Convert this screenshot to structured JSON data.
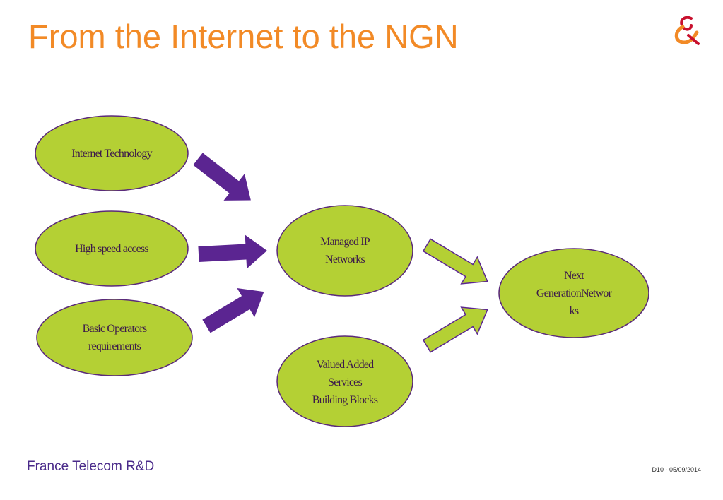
{
  "slide": {
    "title": "From the Internet to the NGN",
    "footer_left": "France Telecom R&D",
    "footer_right": "D10 - 05/09/2014"
  },
  "logo": {
    "icon": "ampersand-logo-icon",
    "colors": [
      "#f28a26",
      "#c8102e"
    ]
  },
  "colors": {
    "title": "#f28a26",
    "node_fill": "#b4d034",
    "node_stroke": "#5a2a7a",
    "input_arrow": "#5b2591",
    "output_arrow_fill": "#b4d034",
    "output_arrow_stroke": "#5b2591"
  },
  "nodes": {
    "internet_technology": "Internet Technology",
    "high_speed_access": "High speed access",
    "basic_operators": "Basic Operators\nrequirements",
    "managed_ip": "Managed IP\nNetworks",
    "value_added": "Valued Added\nServices\nBuilding Blocks",
    "ngn": "Next\nGenerationNetwor\nks"
  }
}
